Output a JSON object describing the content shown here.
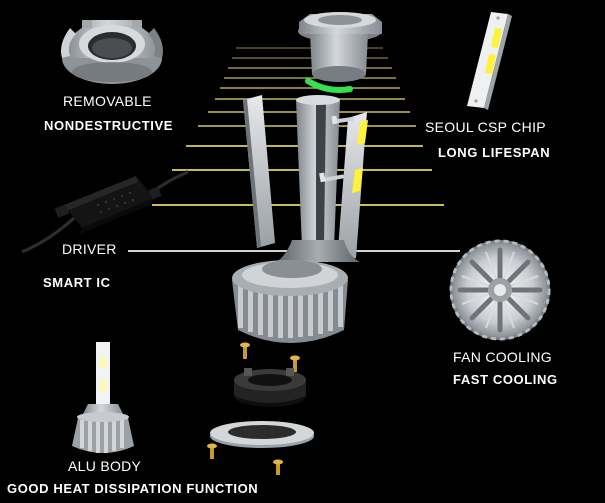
{
  "colors": {
    "background": "#000000",
    "yellow_lines": "#e8d85a",
    "white_lines": "#f2f2f2",
    "chip": "#fff23a",
    "ring": "#38e050",
    "aluminum": "#b9bec3"
  },
  "features": {
    "removable": {
      "title": "REMOVABLE",
      "subtitle": "NONDESTRUCTIVE",
      "icon": "adapter-ring-icon"
    },
    "chip": {
      "title": "SEOUL CSP CHIP",
      "subtitle": "LONG LIFESPAN",
      "icon": "led-chip-board-icon"
    },
    "driver": {
      "title": "DRIVER",
      "subtitle": "SMART IC",
      "icon": "driver-box-icon"
    },
    "fan": {
      "title": "FAN COOLING",
      "subtitle": "FAST COOLING",
      "icon": "fan-icon"
    },
    "alu": {
      "title": "ALU BODY",
      "subtitle": "GOOD HEAT DISSIPATION FUNCTION",
      "icon": "bulb-icon"
    }
  }
}
